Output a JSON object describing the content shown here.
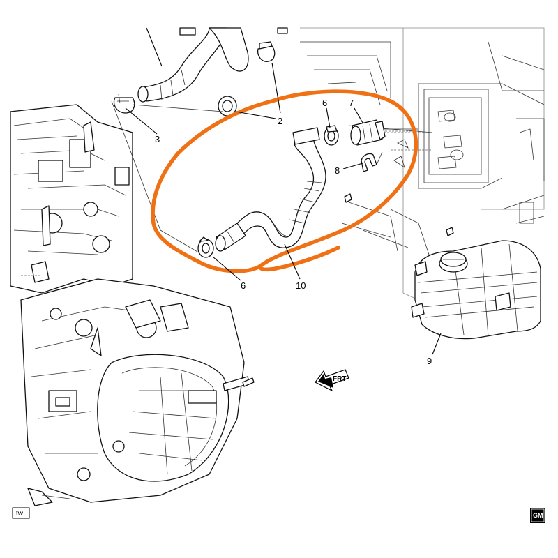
{
  "diagram": {
    "callouts": [
      "2",
      "3",
      "6",
      "6",
      "7",
      "8",
      "9",
      "10"
    ],
    "direction_label": "FRT",
    "corner_code": "tw",
    "brand_badge": "GM",
    "highlight_color": "#f07014"
  }
}
